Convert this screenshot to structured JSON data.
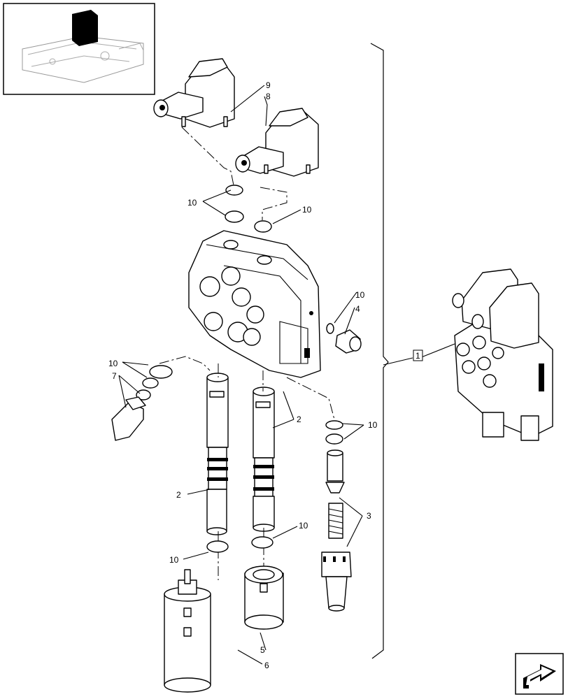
{
  "callouts": {
    "c9": "9",
    "c8": "8",
    "c10a": "10",
    "c10b": "10",
    "c10c": "10",
    "c4": "4",
    "c1": "1",
    "c10d": "10",
    "c7": "7",
    "c2a": "2",
    "c10e": "10",
    "c2b": "2",
    "c3": "3",
    "c10f": "10",
    "c10g": "10",
    "c5": "5",
    "c6": "6"
  },
  "icons": {
    "thumbnail": "tractor-location-thumbnail-icon",
    "nav": "next-page-arrow-icon"
  }
}
